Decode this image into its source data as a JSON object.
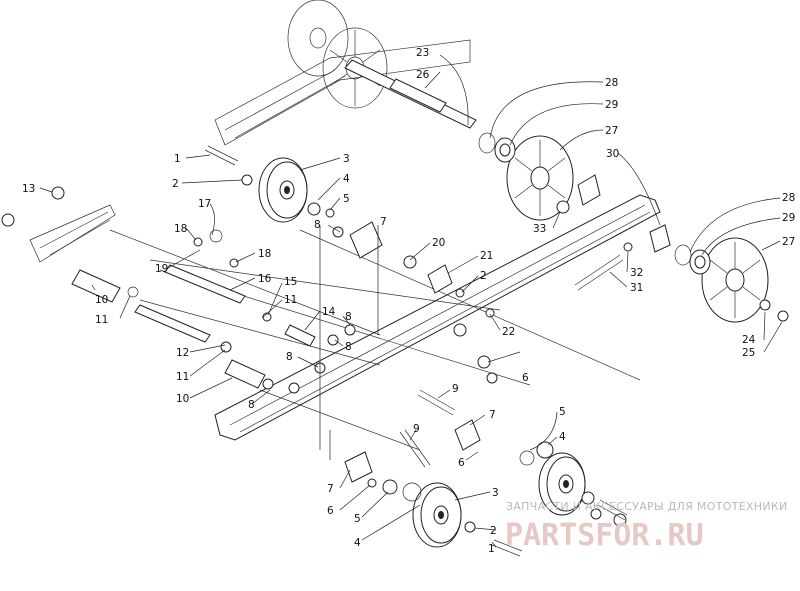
{
  "callouts": [
    {
      "id": "c-23",
      "text": "23"
    },
    {
      "id": "c-26",
      "text": "26"
    },
    {
      "id": "c-28a",
      "text": "28"
    },
    {
      "id": "c-29a",
      "text": "29"
    },
    {
      "id": "c-27a",
      "text": "27"
    },
    {
      "id": "c-30",
      "text": "30"
    },
    {
      "id": "c-33",
      "text": "33"
    },
    {
      "id": "c-28b",
      "text": "28"
    },
    {
      "id": "c-29b",
      "text": "29"
    },
    {
      "id": "c-27b",
      "text": "27"
    },
    {
      "id": "c-32",
      "text": "32"
    },
    {
      "id": "c-31",
      "text": "31"
    },
    {
      "id": "c-24",
      "text": "24"
    },
    {
      "id": "c-25",
      "text": "25"
    },
    {
      "id": "c-1a",
      "text": "1"
    },
    {
      "id": "c-2a",
      "text": "2"
    },
    {
      "id": "c-3a",
      "text": "3"
    },
    {
      "id": "c-4a",
      "text": "4"
    },
    {
      "id": "c-5a",
      "text": "5"
    },
    {
      "id": "c-13",
      "text": "13"
    },
    {
      "id": "c-17",
      "text": "17"
    },
    {
      "id": "c-18a",
      "text": "18"
    },
    {
      "id": "c-18b",
      "text": "18"
    },
    {
      "id": "c-19",
      "text": "19"
    },
    {
      "id": "c-16",
      "text": "16"
    },
    {
      "id": "c-7a",
      "text": "7"
    },
    {
      "id": "c-8a",
      "text": "8"
    },
    {
      "id": "c-20",
      "text": "20"
    },
    {
      "id": "c-21",
      "text": "21"
    },
    {
      "id": "c-2b",
      "text": "2"
    },
    {
      "id": "c-22",
      "text": "22"
    },
    {
      "id": "c-10a",
      "text": "10"
    },
    {
      "id": "c-11a",
      "text": "11"
    },
    {
      "id": "c-15",
      "text": "15"
    },
    {
      "id": "c-11b",
      "text": "11"
    },
    {
      "id": "c-14",
      "text": "14"
    },
    {
      "id": "c-8b",
      "text": "8"
    },
    {
      "id": "c-12",
      "text": "12"
    },
    {
      "id": "c-8c",
      "text": "8"
    },
    {
      "id": "c-8d",
      "text": "8"
    },
    {
      "id": "c-11c",
      "text": "11"
    },
    {
      "id": "c-10b",
      "text": "10"
    },
    {
      "id": "c-6a",
      "text": "6"
    },
    {
      "id": "c-8e",
      "text": "8"
    },
    {
      "id": "c-9a",
      "text": "9"
    },
    {
      "id": "c-7b",
      "text": "7"
    },
    {
      "id": "c-5b",
      "text": "5"
    },
    {
      "id": "c-4b",
      "text": "4"
    },
    {
      "id": "c-9b",
      "text": "9"
    },
    {
      "id": "c-6b",
      "text": "6"
    },
    {
      "id": "c-7c",
      "text": "7"
    },
    {
      "id": "c-6c",
      "text": "6"
    },
    {
      "id": "c-5c",
      "text": "5"
    },
    {
      "id": "c-4c",
      "text": "4"
    },
    {
      "id": "c-3b",
      "text": "3"
    },
    {
      "id": "c-2c",
      "text": "2"
    },
    {
      "id": "c-1b",
      "text": "1"
    }
  ],
  "watermark": {
    "tagline": "ЗАПЧАСТИ И АКСЕССУАРЫ ДЛЯ МОТОТЕХНИКИ",
    "logo": "PARTSFOR.RU"
  }
}
